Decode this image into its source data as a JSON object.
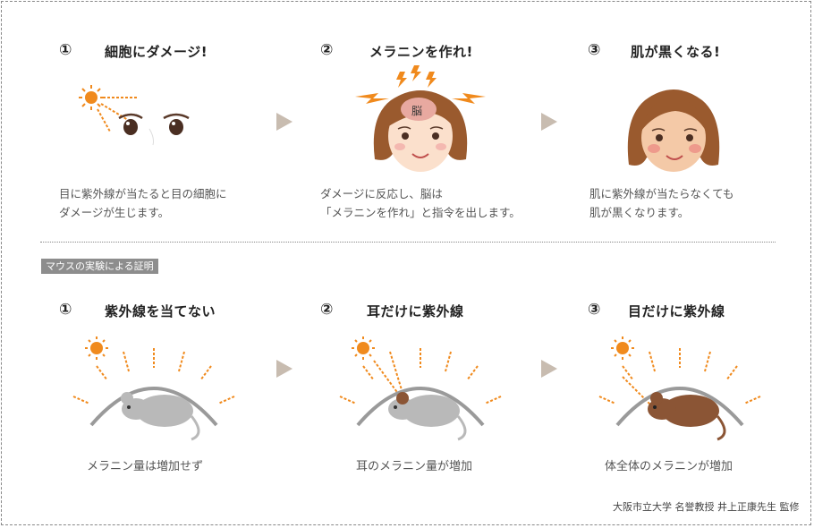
{
  "top": {
    "steps": [
      {
        "num": "①",
        "title": "細胞にダメージ!",
        "desc1": "目に紫外線が当たると目の細胞に",
        "desc2": "ダメージが生じます。"
      },
      {
        "num": "②",
        "title": "メラニンを作れ!",
        "desc1": "ダメージに反応し、脳は",
        "desc2": "「メラニンを作れ」と指令を出します。",
        "brain_label": "脳"
      },
      {
        "num": "③",
        "title": "肌が黒くなる!",
        "desc1": "肌に紫外線が当たらなくても",
        "desc2": "肌が黒くなります。"
      }
    ]
  },
  "badge": "マウスの実験による証明",
  "bottom": {
    "steps": [
      {
        "num": "①",
        "title": "紫外線を当てない",
        "caption": "メラニン量は増加せず"
      },
      {
        "num": "②",
        "title": "耳だけに紫外線",
        "caption": "耳のメラニン量が増加"
      },
      {
        "num": "③",
        "title": "目だけに紫外線",
        "caption": "体全体のメラニンが増加"
      }
    ]
  },
  "credit": "大阪市立大学 名誉教授 井上正康先生 監修",
  "colors": {
    "orange": "#f08a1d",
    "brown": "#8b5535",
    "gray_mouse": "#b9b9b9",
    "arrow": "#c8bcb0",
    "skin": "#fbe0cc",
    "hair": "#9a5a2e"
  }
}
